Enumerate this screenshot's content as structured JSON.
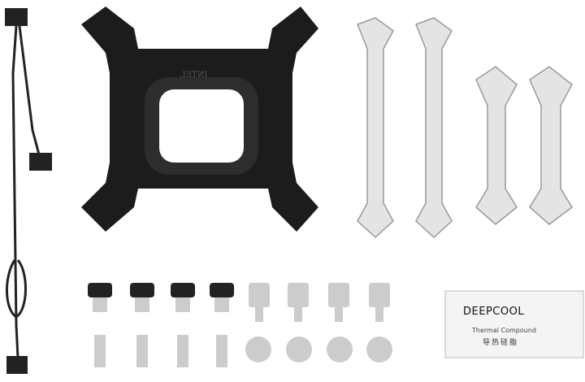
{
  "package": {
    "brand": "DEEPCOOL",
    "product": "Thermal Compound",
    "product_cn": "导热硅脂"
  },
  "bracket": {
    "emboss": "INTEL"
  },
  "colors": {
    "black_part": "#1c1c1c",
    "metal": "#d8d8d8",
    "background": "#ffffff"
  }
}
